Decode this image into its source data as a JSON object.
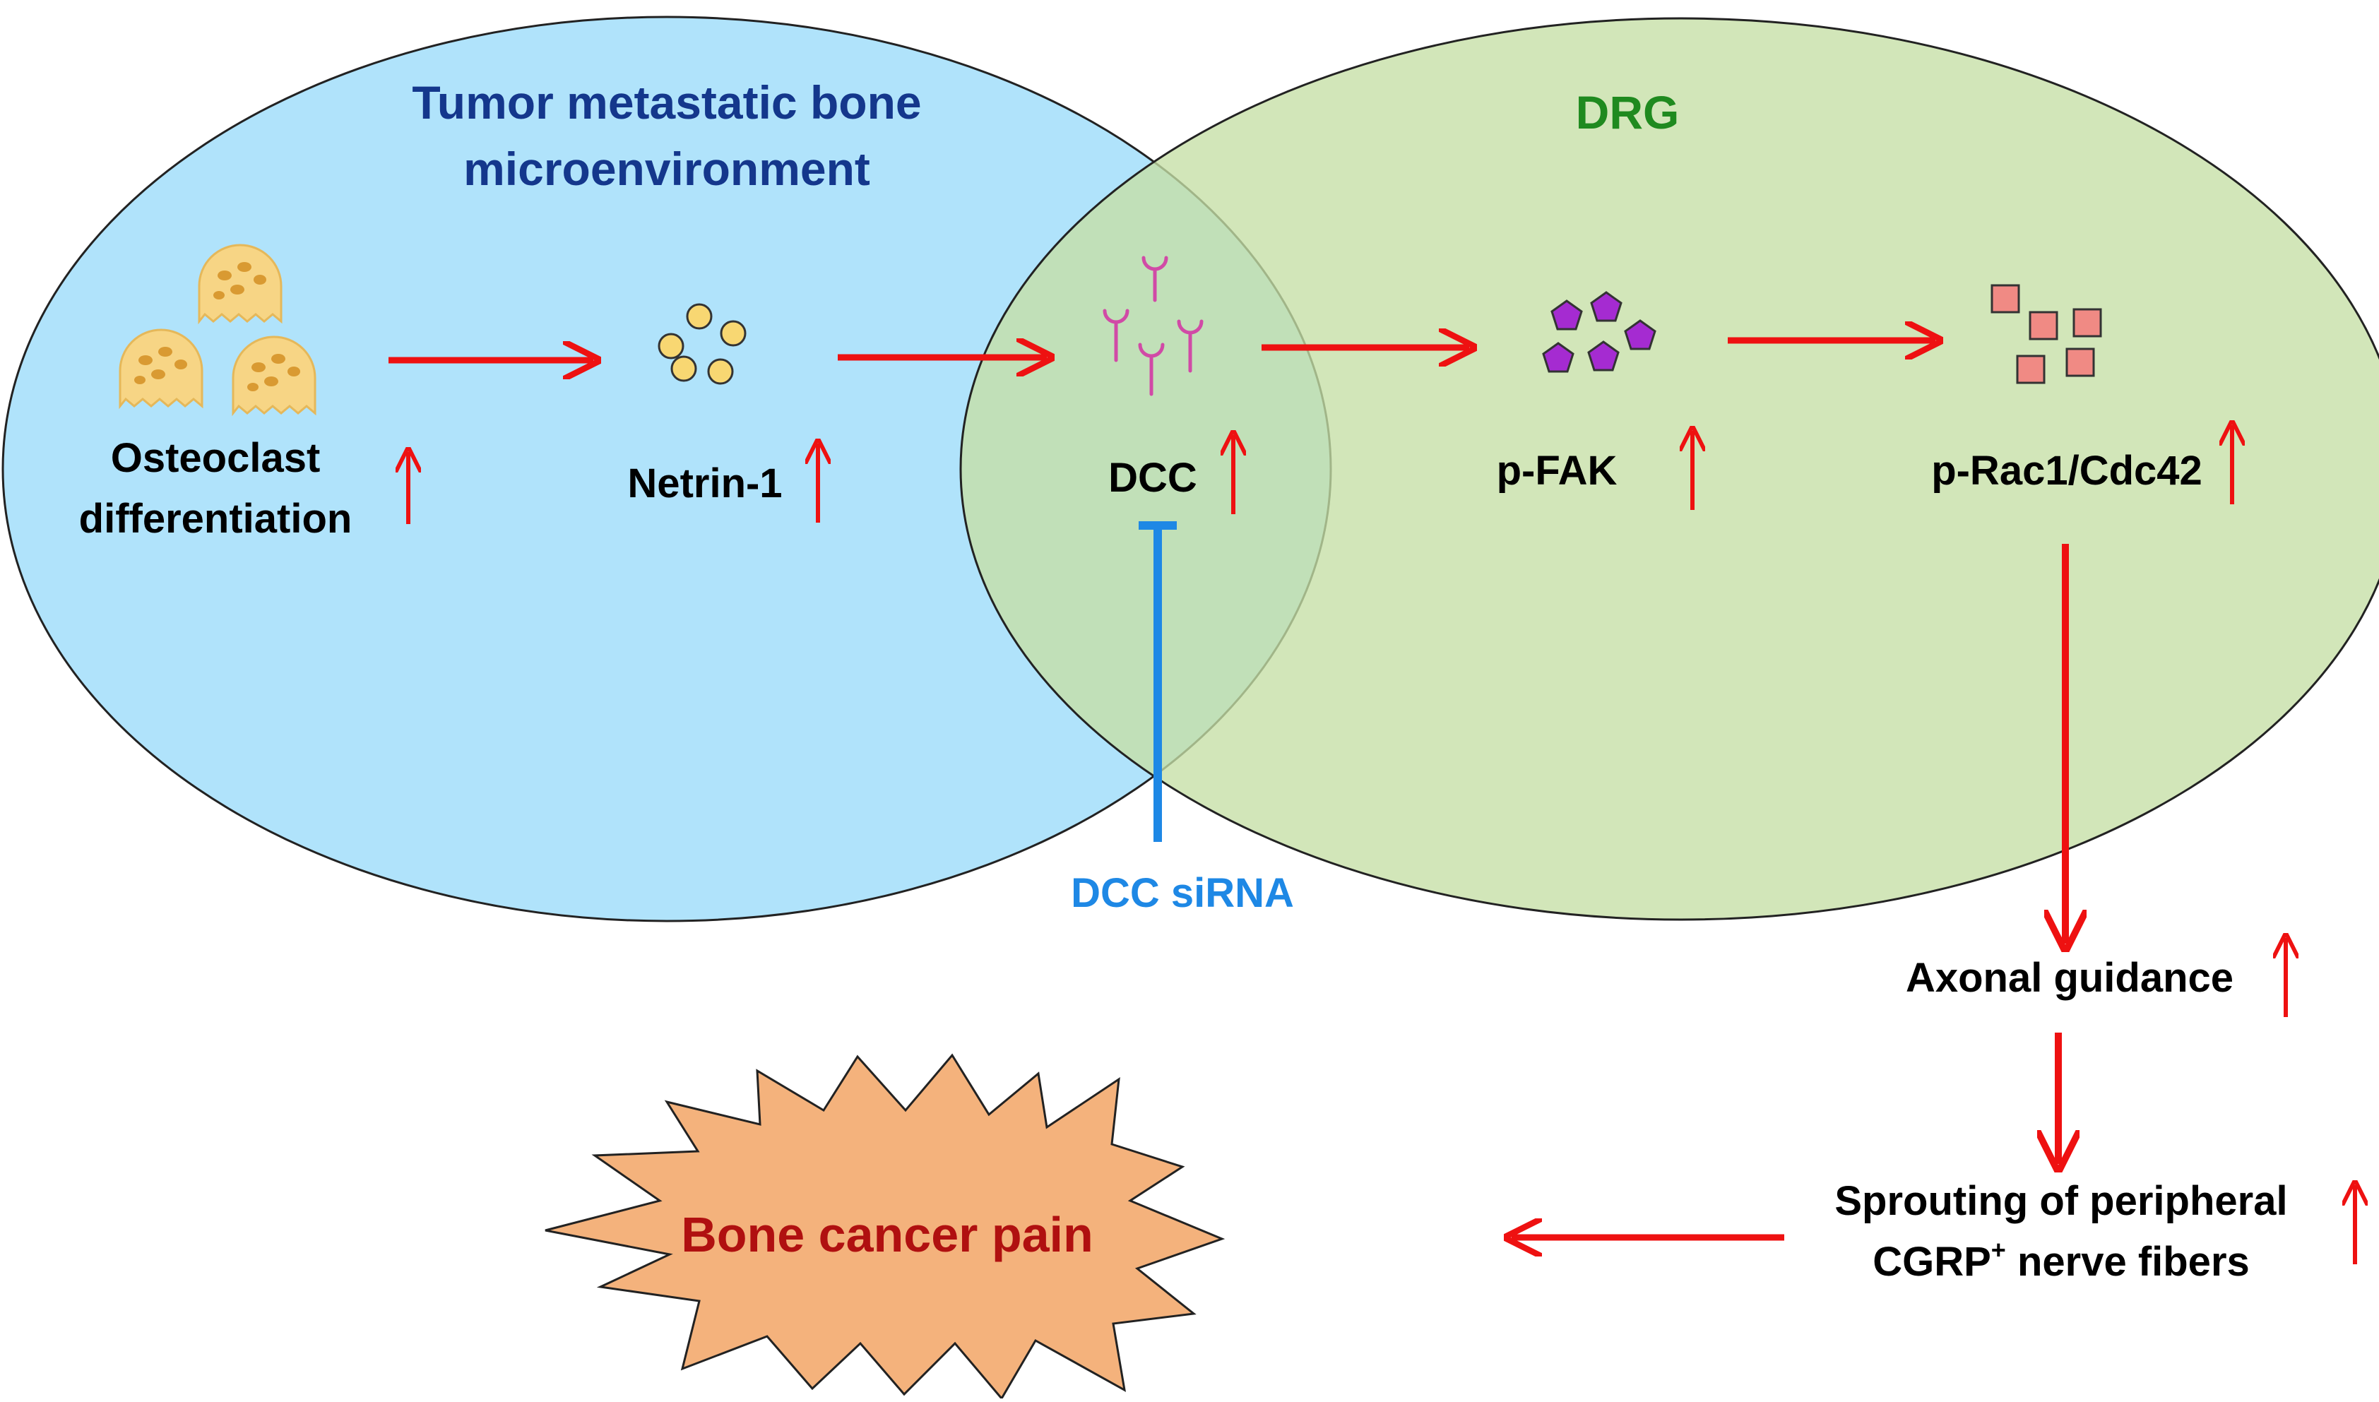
{
  "regions": {
    "tumor": {
      "title_line1": "Tumor metastatic bone",
      "title_line2": "microenvironment",
      "fill": "#b0e3fb",
      "title_color": "#14378c"
    },
    "drg": {
      "title": "DRG",
      "fill": "#c5dfa5",
      "title_color": "#1f8a1f"
    }
  },
  "nodes": {
    "osteoclast": {
      "line1": "Osteoclast",
      "line2": "differentiation"
    },
    "netrin": {
      "label": "Netrin-1"
    },
    "dcc": {
      "label": "DCC"
    },
    "pfak": {
      "label": "p-FAK"
    },
    "prac": {
      "label": "p-Rac1/Cdc42"
    },
    "axonal": {
      "label": "Axonal guidance"
    },
    "sprouting": {
      "line1": "Sprouting of peripheral",
      "line2_main": "CGRP",
      "line2_sup": "+",
      "line2_rest": " nerve fibers"
    },
    "pain": {
      "label": "Bone cancer pain"
    }
  },
  "inhibitor": {
    "label": "DCC siRNA",
    "color": "#1e88e5"
  },
  "colors": {
    "arrow": "#ee1111",
    "pain_fill": "#f4b27c",
    "pain_text": "#b01010",
    "osteoclast_fill": "#f7d585",
    "netrin_fill": "#f8d772",
    "receptor": "#d14aa6",
    "pentagon_fill": "#a52bd1",
    "square_fill": "#f08a84"
  }
}
